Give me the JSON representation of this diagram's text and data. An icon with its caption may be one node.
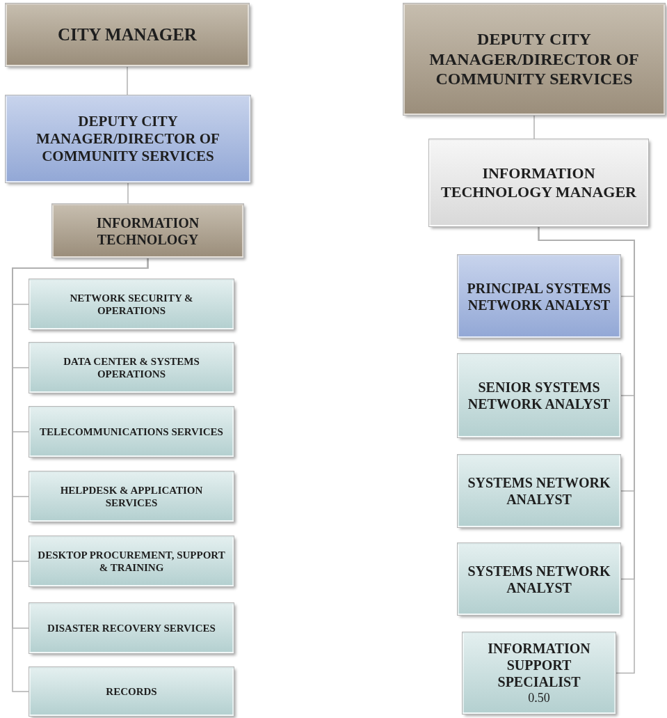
{
  "diagram": {
    "nodes": [
      {
        "text": [
          "CITY MANAGER"
        ]
      },
      {
        "text": [
          "DEPUTY CITY MANAGER/DIRECTOR OF COMMUNITY SERVICES"
        ]
      },
      {
        "text": [
          "INFORMATION TECHNOLOGY"
        ]
      },
      {
        "text": [
          "NETWORK SECURITY & OPERATIONS"
        ]
      },
      {
        "text": [
          "DATA CENTER & SYSTEMS OPERATIONS"
        ]
      },
      {
        "text": [
          "TELECOMMUNICATIONS SERVICES"
        ]
      },
      {
        "text": [
          "HELPDESK & APPLICATION SERVICES"
        ]
      },
      {
        "text": [
          "DESKTOP PROCUREMENT, SUPPORT & TRAINING"
        ]
      },
      {
        "text": [
          "DISASTER RECOVERY SERVICES"
        ]
      },
      {
        "text": [
          "RECORDS"
        ]
      },
      {
        "text": [
          "DEPUTY CITY MANAGER/DIRECTOR OF COMMUNITY SERVICES"
        ]
      },
      {
        "text": [
          "INFORMATION TECHNOLOGY MANAGER"
        ]
      },
      {
        "text": [
          "PRINCIPAL SYSTEMS NETWORK ANALYST"
        ]
      },
      {
        "text": [
          "SENIOR SYSTEMS NETWORK ANALYST"
        ]
      },
      {
        "text": [
          "SYSTEMS NETWORK ANALYST"
        ]
      },
      {
        "text": [
          "SYSTEMS NETWORK ANALYST"
        ]
      },
      {
        "text": [
          "INFORMATION SUPPORT SPECIALIST",
          "0.50"
        ]
      }
    ],
    "edges": [
      {
        "from": 0,
        "to": 1,
        "arrow": "none"
      },
      {
        "from": 1,
        "to": 2,
        "arrow": "none"
      },
      {
        "from": 2,
        "to": 3,
        "arrow": "none"
      },
      {
        "from": 2,
        "to": 4,
        "arrow": "none"
      },
      {
        "from": 2,
        "to": 5,
        "arrow": "none"
      },
      {
        "from": 2,
        "to": 6,
        "arrow": "none"
      },
      {
        "from": 2,
        "to": 7,
        "arrow": "none"
      },
      {
        "from": 2,
        "to": 8,
        "arrow": "none"
      },
      {
        "from": 2,
        "to": 9,
        "arrow": "none"
      },
      {
        "from": 10,
        "to": 11,
        "arrow": "none"
      },
      {
        "from": 11,
        "to": 12,
        "arrow": "none"
      },
      {
        "from": 11,
        "to": 13,
        "arrow": "none"
      },
      {
        "from": 11,
        "to": 14,
        "arrow": "none"
      },
      {
        "from": 11,
        "to": 15,
        "arrow": "none"
      },
      {
        "from": 11,
        "to": 16,
        "arrow": "none"
      }
    ]
  }
}
